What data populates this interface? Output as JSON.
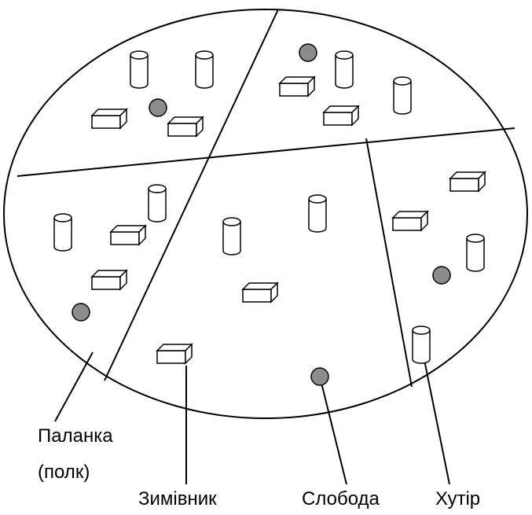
{
  "labels": {
    "palanka_line1": "Паланка",
    "palanka_line2": "(полк)",
    "zimovnyk": "Зимівник",
    "sloboda": "Слобода",
    "khutir": "Хутір"
  },
  "icons": {
    "slobidka": "circle-settlement-icon",
    "zimovnyk": "box-winter-camp-icon",
    "khutir": "cylinder-farmstead-icon"
  },
  "colors": {
    "circle_fill": "#8c8c8c",
    "stroke": "#000000",
    "background": "#ffffff"
  }
}
